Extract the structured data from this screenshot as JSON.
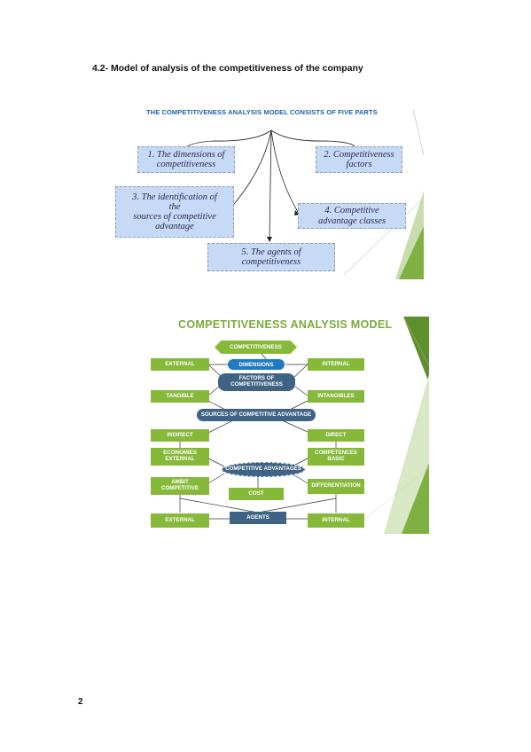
{
  "document": {
    "heading": "4.2- Model of analysis of the competitiveness of the company",
    "page_number": "2"
  },
  "slide1": {
    "title": "THE COMPETITIVENESS ANALYSIS MODEL CONSISTS OF FIVE PARTS",
    "parts": [
      {
        "lines": [
          "1. The dimensions of",
          "competitiveness"
        ]
      },
      {
        "lines": [
          "2. Competitiveness",
          "factors"
        ]
      },
      {
        "lines": [
          "3. The identification of",
          "the",
          "sources of competitive",
          "advantage"
        ]
      },
      {
        "lines": [
          "4. Competitive",
          "advantage classes"
        ]
      },
      {
        "lines": [
          "5. The agents of",
          "competitiveness"
        ]
      }
    ]
  },
  "slide2": {
    "title": "COMPETITIVENESS ANALYSIS MODEL",
    "competitiveness": "COMPETITIVENESS",
    "dimensions": "DIMENSIONS",
    "external_1": "EXTERNAL",
    "internal_1": "INTERNAL",
    "factors": "FACTORS OF COMPETITIVENESS",
    "tangible": "TANGIBLE",
    "intangibles": "INTANGIBLES",
    "sources": "SOURCES OF COMPETITIVE ADVANTAGE",
    "indirect": "INDIRECT",
    "direct": "DIRECT",
    "economies": "ECONOMIES EXTERNAL",
    "competences": "COMPETENCES BASIC",
    "advantages": "COMPETITIVE ADVANTAGES",
    "ambit": "AMBIT COMPETITIVE",
    "differentiation": "DIFFERENTIATION",
    "cost": "COST",
    "agents": "AGENTS",
    "external_2": "EXTERNAL",
    "internal_2": "INTERNAL"
  },
  "colors": {
    "green": "#86b93a",
    "navy": "#3f6384",
    "blue": "#1f7ac4",
    "light_blue": "#c6d9f5",
    "title_blue": "#1f5fa8"
  }
}
